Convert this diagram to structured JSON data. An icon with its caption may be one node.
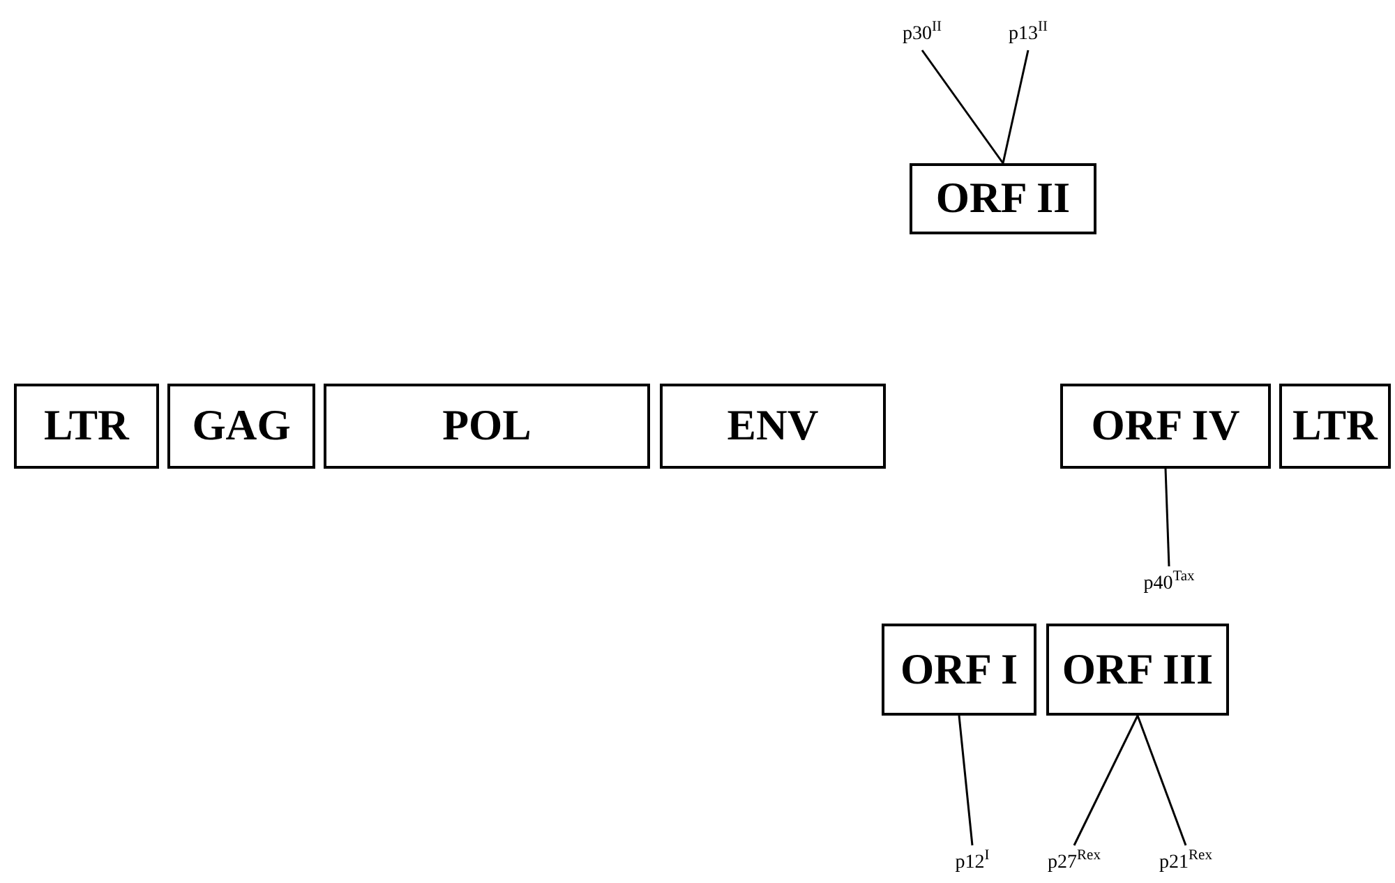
{
  "diagram": {
    "nodes": [
      {
        "text": [
          "LTR"
        ]
      },
      {
        "text": [
          "GAG"
        ]
      },
      {
        "text": [
          "POL"
        ]
      },
      {
        "text": [
          "ENV"
        ]
      },
      {
        "text": [
          "ORF IV"
        ]
      },
      {
        "text": [
          "LTR"
        ]
      },
      {
        "text": [
          "ORF II"
        ]
      },
      {
        "text": [
          "p30$^{II}$"
        ]
      },
      {
        "text": [
          "p13$^{II}$"
        ]
      },
      {
        "text": [
          "p40$^{Tax}$"
        ]
      },
      {
        "text": [
          "ORF I"
        ]
      },
      {
        "text": [
          "ORF III"
        ]
      },
      {
        "text": [
          "p12$^{I}$"
        ]
      },
      {
        "text": [
          "p27$^{Rex}$"
        ]
      },
      {
        "text": [
          "p21$^{Rex}$"
        ]
      }
    ],
    "edges": [
      {
        "from": 6,
        "to": 7,
        "arrow": "none"
      },
      {
        "from": 6,
        "to": 8,
        "arrow": "none"
      },
      {
        "from": 4,
        "to": 9,
        "arrow": "none"
      },
      {
        "from": 10,
        "to": 12,
        "arrow": "none"
      },
      {
        "from": 11,
        "to": 13,
        "arrow": "none"
      },
      {
        "from": 11,
        "to": 14,
        "arrow": "none"
      }
    ]
  }
}
